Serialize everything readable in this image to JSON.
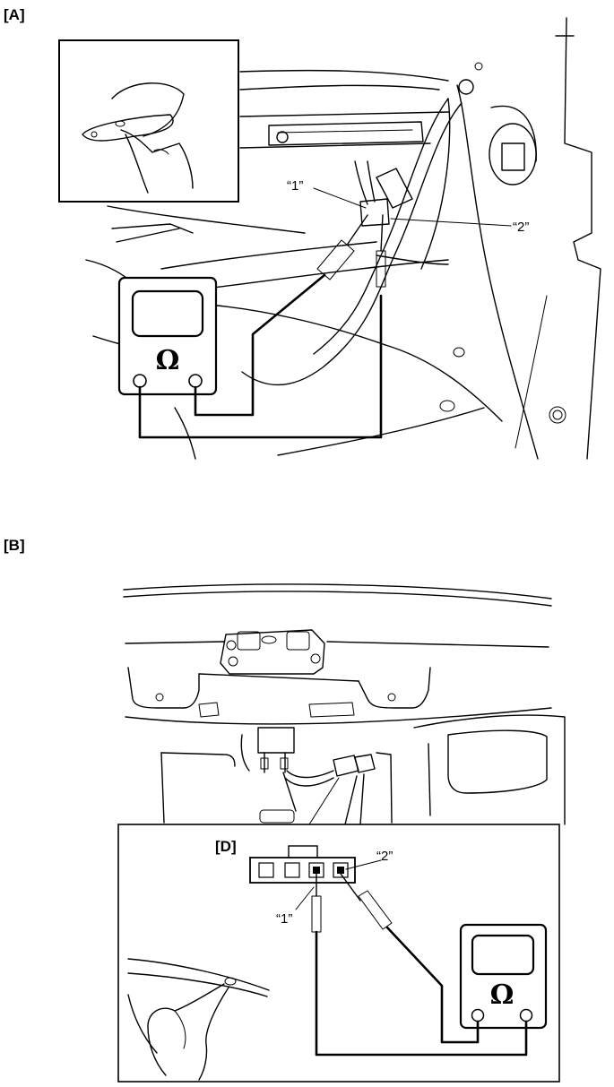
{
  "panels": {
    "a": {
      "label": "[A]"
    },
    "b": {
      "label": "[B]"
    },
    "d": {
      "label": "[D]"
    }
  },
  "callouts": {
    "a_terminal_1": "“1”",
    "a_terminal_2": "“2”",
    "d_terminal_1": "“1”",
    "d_terminal_2": "“2”"
  },
  "meter": {
    "symbol": "Ω"
  }
}
